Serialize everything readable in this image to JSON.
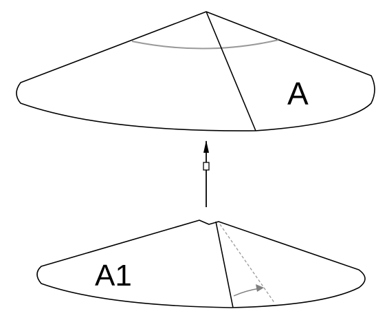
{
  "diagram": {
    "labels": {
      "upper_cone": "A",
      "lower_cone": "A1"
    },
    "colors": {
      "outline": "#000000",
      "hidden_arc": "#999999",
      "dashed_fold": "#999999",
      "rotation_arrow": "#808080",
      "background": "#ffffff"
    },
    "icons": {
      "connector": "vertical-arrow-with-small-box",
      "rotation": "curved-arrow"
    }
  }
}
